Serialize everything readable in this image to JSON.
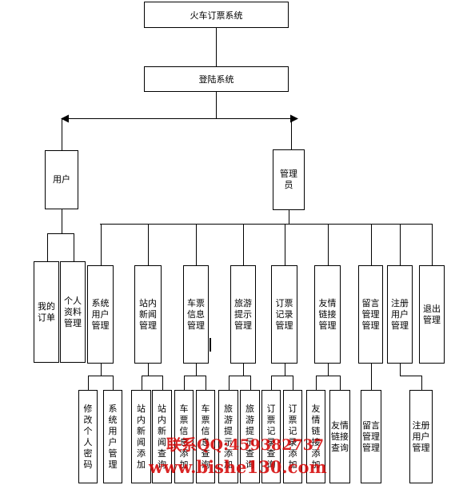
{
  "title_box": "火车订票系统",
  "login_box": "登陆系统",
  "roles": {
    "user": "用户",
    "admin": "管理员"
  },
  "user_functions": [
    "我的订单",
    "个人资料管理"
  ],
  "admin_modules": [
    "系统用户管理",
    "站内新闻管理",
    "车票信息管理",
    "旅游提示管理",
    "订票记录管理",
    "友情链接管理",
    "留言管理管理",
    "注册用户管理",
    "退出管理"
  ],
  "sub_functions": [
    "修改个人密码",
    "系统用户管理",
    "站内新闻添加",
    "站内新闻查询",
    "车票信息添加",
    "车票信息查询",
    "旅游提示添加",
    "旅游提示查询",
    "订票记录查询",
    "订票记录添加",
    "友情链接添加",
    "友情链接查询",
    "留言管理管理",
    "注册用户管理"
  ],
  "watermark": {
    "contact": "联系QQ:459382737",
    "site": "www.bishe130.com"
  }
}
